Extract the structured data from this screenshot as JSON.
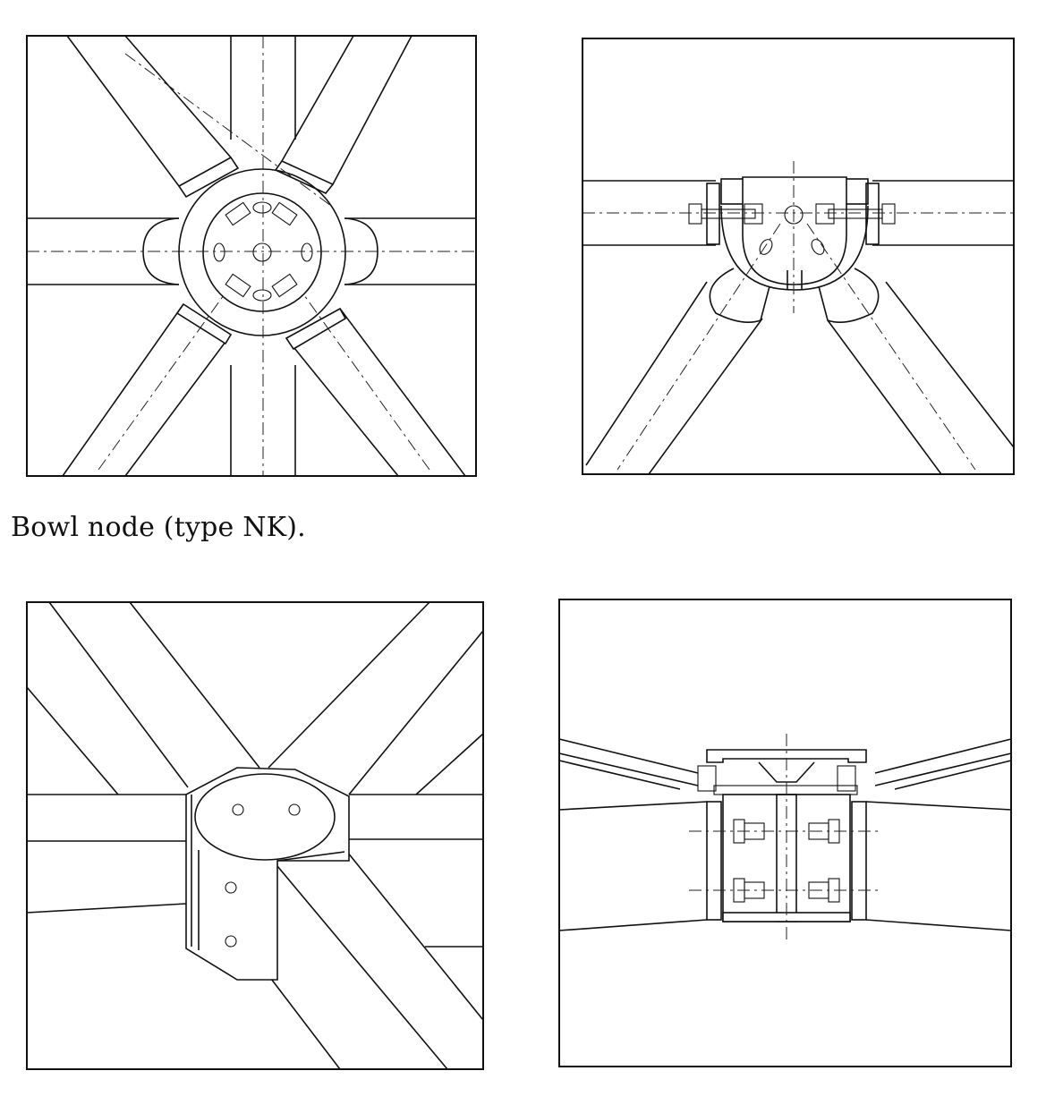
{
  "caption": "Bowl node (type NK).",
  "panels": [
    {
      "name": "plan-view-top"
    },
    {
      "name": "section-view-top"
    },
    {
      "name": "perspective-view-bottom"
    },
    {
      "name": "section-view-bottom"
    }
  ]
}
